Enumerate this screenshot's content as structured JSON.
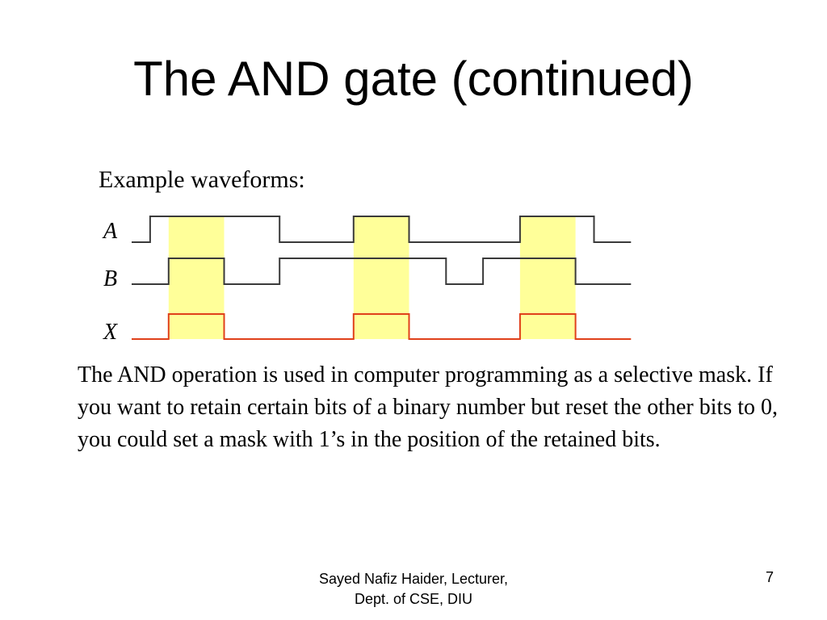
{
  "slide": {
    "title": "The AND gate (continued)",
    "subtitle": "Example waveforms:",
    "body": "The AND operation is used in computer programming as a selective mask. If you want to retain certain bits of a binary number but reset the other bits to 0, you could set a mask with 1’s in the position of the retained bits.",
    "footer_line1": "Sayed Nafiz Haider, Lecturer,",
    "footer_line2": "Dept. of CSE, DIU",
    "page_number": "7"
  },
  "waveforms": {
    "signals": [
      {
        "name": "A",
        "color": "#3a3a3a",
        "levels": [
          0,
          1,
          1,
          1,
          1,
          1,
          1,
          1,
          0,
          0,
          0,
          0,
          1,
          1,
          1,
          0,
          0,
          0,
          0,
          0,
          0,
          1,
          1,
          1,
          1,
          0,
          0
        ]
      },
      {
        "name": "B",
        "color": "#3a3a3a",
        "levels": [
          0,
          0,
          1,
          1,
          1,
          0,
          0,
          0,
          1,
          1,
          1,
          1,
          1,
          1,
          1,
          1,
          1,
          0,
          0,
          1,
          1,
          1,
          1,
          1,
          0,
          0,
          0
        ]
      },
      {
        "name": "X",
        "color": "#e0401a",
        "levels": [
          0,
          0,
          1,
          1,
          1,
          0,
          0,
          0,
          0,
          0,
          0,
          0,
          1,
          1,
          1,
          0,
          0,
          0,
          0,
          0,
          0,
          1,
          1,
          1,
          0,
          0,
          0
        ]
      }
    ],
    "highlight_color": "#ffff99"
  }
}
